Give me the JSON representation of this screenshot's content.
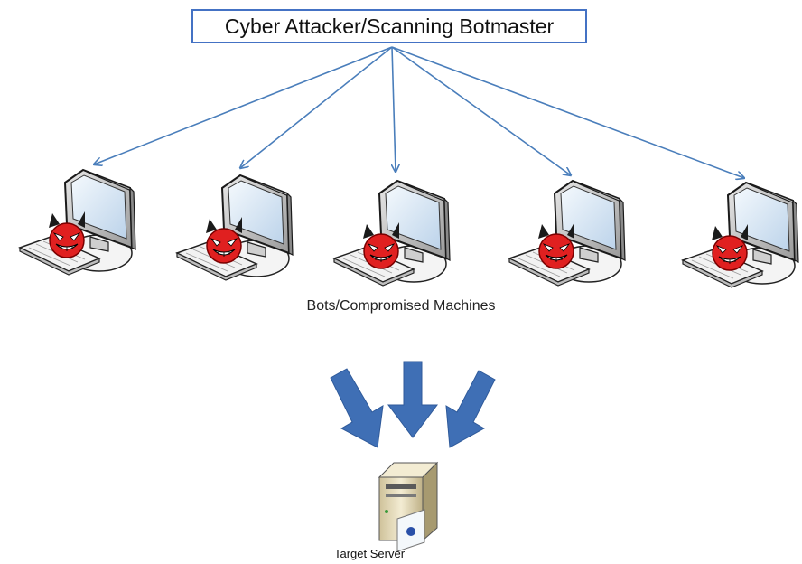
{
  "title_box": {
    "label": "Cyber Attacker/Scanning Botmaster"
  },
  "bots": {
    "label": "Bots/Compromised Machines",
    "machines": [
      {
        "id": "bot-1"
      },
      {
        "id": "bot-2"
      },
      {
        "id": "bot-3"
      },
      {
        "id": "bot-4"
      },
      {
        "id": "bot-5"
      }
    ]
  },
  "server": {
    "label": "Target Server"
  },
  "colors": {
    "box_border": "#4472c4",
    "connector": "#4a7ebb",
    "block_arrow": "#3f6fb5",
    "devil": "#e02020",
    "monitor_frame": "#c8c8c8",
    "screen": "#dce9f5",
    "server_body": "#e9dfb9"
  }
}
